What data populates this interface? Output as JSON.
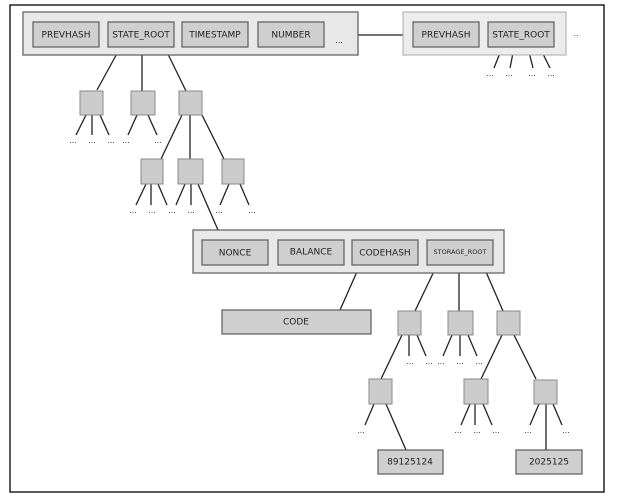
{
  "diagram": {
    "title": "Block header state tree",
    "block_header_1": {
      "fields": [
        "PREVHASH",
        "STATE_ROOT",
        "TIMESTAMP",
        "NUMBER"
      ],
      "ellipsis": "..."
    },
    "block_header_2": {
      "fields": [
        "PREVHASH",
        "STATE_ROOT"
      ],
      "ellipsis": ".."
    },
    "account": {
      "fields": [
        "NONCE",
        "BALANCE",
        "CODEHASH",
        "STORAGE_ROOT"
      ]
    },
    "code_label": "CODE",
    "storage_values": [
      "89125124",
      "2025125"
    ],
    "ellipsis": "..."
  }
}
